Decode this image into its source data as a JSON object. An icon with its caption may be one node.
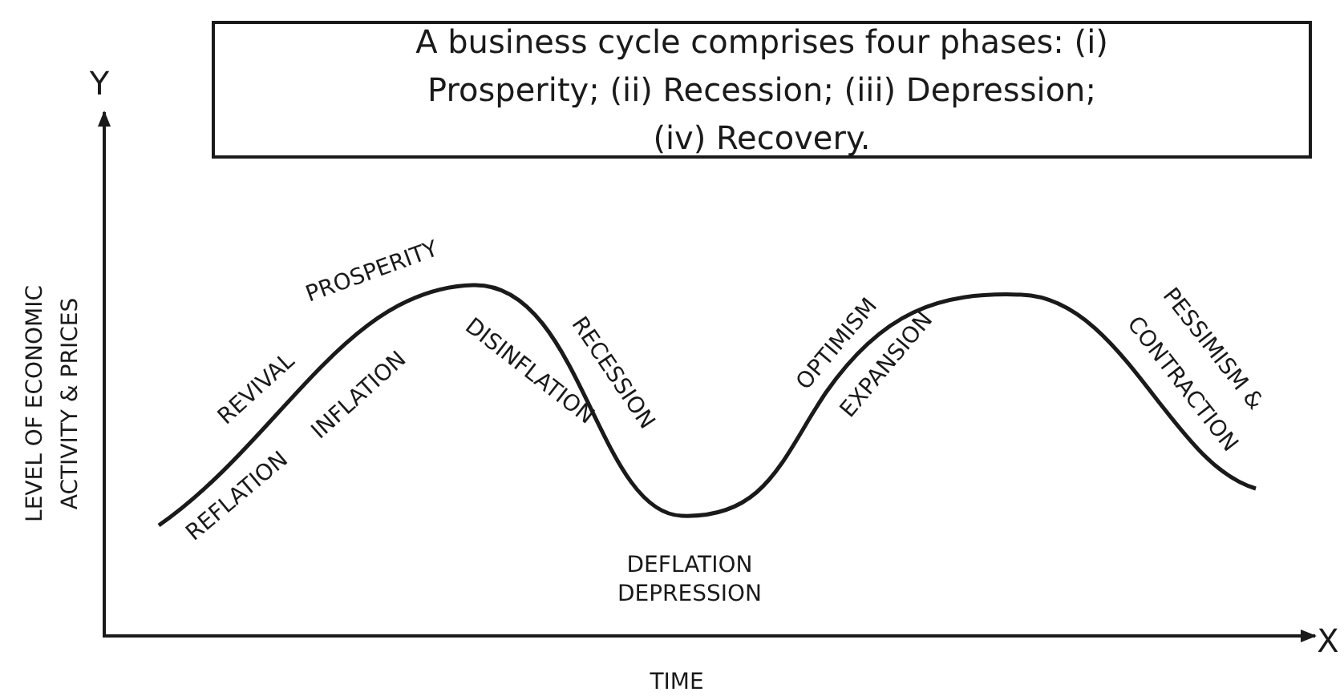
{
  "diagram": {
    "nodes": [
      {
        "text": [
          "A business cycle comprises four phases: (i) Prosperity; (ii) Recession; (iii) Depression; (iv) Recovery."
        ]
      }
    ],
    "edges": [],
    "labels": [
      "Y",
      "LEVEL OF ECONOMIC ACTIVITY & PRICES",
      "REVIVAL",
      "PROSPERITY",
      "REFLATION",
      "INFLATION",
      "DISINFLATION",
      "RECESSION",
      "OPTIMISM",
      "EXPANSION",
      "PESSIMISM &",
      "CONTRACTION",
      "DEFLATION DEPRESSION",
      "X",
      "TIME"
    ]
  }
}
